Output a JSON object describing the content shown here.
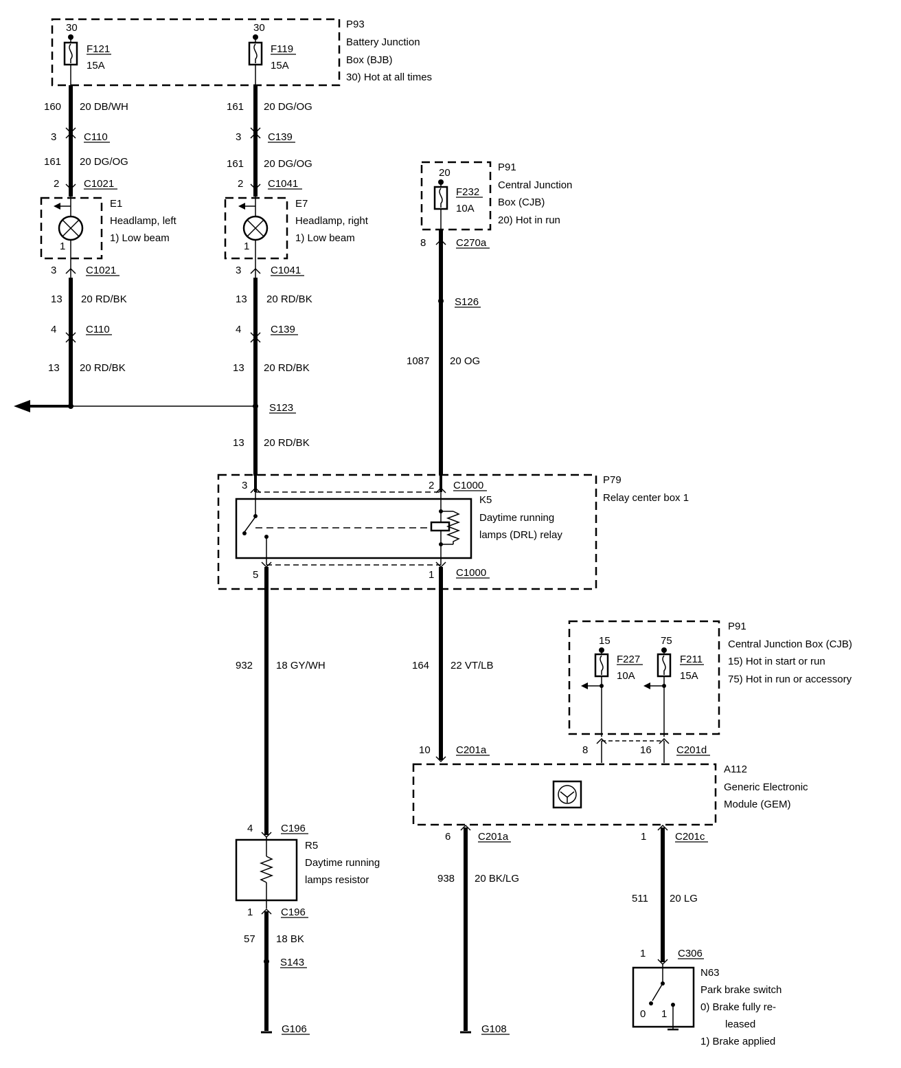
{
  "p93": {
    "id": "P93",
    "line1": "Battery Junction",
    "line2": "Box (BJB)",
    "note": "30)  Hot at all times"
  },
  "f121": {
    "pin": "30",
    "name": "F121",
    "rating": "15A"
  },
  "f119": {
    "pin": "30",
    "name": "F119",
    "rating": "15A"
  },
  "left": {
    "w1_circuit": "160",
    "w1_gauge": "20 DB/WH",
    "c1_pin": "3",
    "c1_name": "C110",
    "w2_circuit": "161",
    "w2_gauge": "20 DG/OG",
    "c2_pin": "2",
    "c2_name": "C1021",
    "lamp_id": "E1",
    "lamp_name": "Headlamp, left",
    "lamp_note": "1)     Low beam",
    "lamp_pin": "1",
    "c3_pin": "3",
    "c3_name": "C1021",
    "w3_circuit": "13",
    "w3_gauge": "20 RD/BK",
    "c4_pin": "4",
    "c4_name": "C110",
    "w4_circuit": "13",
    "w4_gauge": "20 RD/BK"
  },
  "right": {
    "w1_circuit": "161",
    "w1_gauge": "20 DG/OG",
    "c1_pin": "3",
    "c1_name": "C139",
    "w2_circuit": "161",
    "w2_gauge": "20 DG/OG",
    "c2_pin": "2",
    "c2_name": "C1041",
    "lamp_id": "E7",
    "lamp_name": "Headlamp, right",
    "lamp_note": "1)     Low beam",
    "lamp_pin": "1",
    "c3_pin": "3",
    "c3_name": "C1041",
    "w3_circuit": "13",
    "w3_gauge": "20 RD/BK",
    "c4_pin": "4",
    "c4_name": "C139",
    "w4_circuit": "13",
    "w4_gauge": "20 RD/BK",
    "splice": "S123",
    "w5_circuit": "13",
    "w5_gauge": "20 RD/BK"
  },
  "p91a": {
    "id": "P91",
    "line1": "Central Junction",
    "line2": "Box (CJB)",
    "note": "20)  Hot in run"
  },
  "f232": {
    "pin": "20",
    "name": "F232",
    "rating": "10A"
  },
  "og": {
    "c_pin": "8",
    "c_name": "C270a",
    "splice": "S126",
    "w_circuit": "1087",
    "w_gauge": "20 OG"
  },
  "p79": {
    "id": "P79",
    "name": "Relay center box 1"
  },
  "relay": {
    "pin3": "3",
    "pin2": "2",
    "c_top": "C1000",
    "id": "K5",
    "line1": "Daytime running",
    "line2": "lamps (DRL) relay",
    "pin5": "5",
    "pin1": "1",
    "c_bot": "C1000"
  },
  "gy": {
    "w_circuit": "932",
    "w_gauge": "18 GY/WH"
  },
  "vt": {
    "w_circuit": "164",
    "w_gauge": "22 VT/LB"
  },
  "p91b": {
    "id": "P91",
    "name": "Central Junction Box (CJB)",
    "note1": "15)  Hot in start or run",
    "note2": "75)  Hot in run or accessory"
  },
  "f227": {
    "pin": "15",
    "name": "F227",
    "rating": "10A"
  },
  "f211": {
    "pin": "75",
    "name": "F211",
    "rating": "15A"
  },
  "c201d": {
    "pin8": "8",
    "pin16": "16",
    "name": "C201d"
  },
  "gem": {
    "pin10": "10",
    "c_in": "C201a",
    "id": "A112",
    "line1": "Generic Electronic",
    "line2": "Module (GEM)"
  },
  "resistor": {
    "c_pin": "4",
    "c_name": "C196",
    "id": "R5",
    "line1": "Daytime running",
    "line2": "lamps resistor",
    "c2_pin": "1",
    "c2_name": "C196",
    "w_circuit": "57",
    "w_gauge": "18 BK",
    "splice": "S143",
    "ground": "G106"
  },
  "bk": {
    "c_pin": "6",
    "c_name": "C201a",
    "w_circuit": "938",
    "w_gauge": "20 BK/LG",
    "ground": "G108"
  },
  "lg": {
    "c_pin": "1",
    "c_name": "C201c",
    "w_circuit": "511",
    "w_gauge": "20 LG"
  },
  "n63": {
    "c_pin": "1",
    "c_name": "C306",
    "id": "N63",
    "name": "Park brake switch",
    "note1a": "0)     Brake fully re-",
    "note1b": "leased",
    "note2": "1)     Brake applied",
    "pos0": "0",
    "pos1": "1"
  }
}
